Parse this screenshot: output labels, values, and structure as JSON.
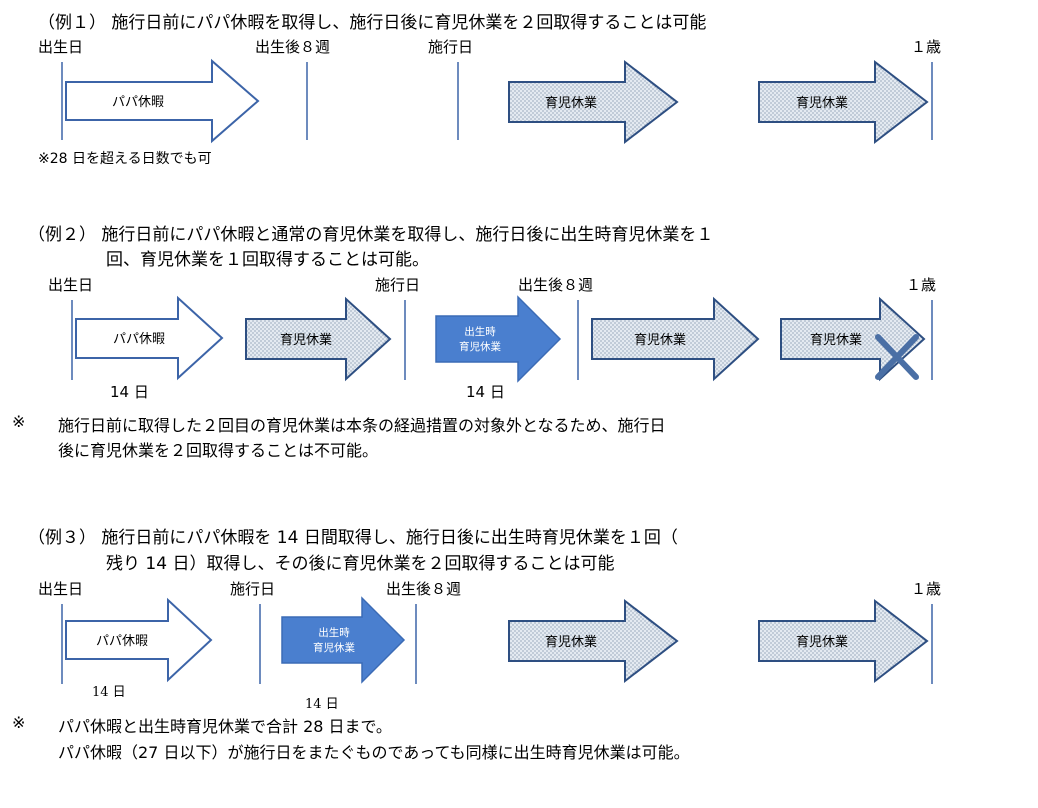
{
  "example1": {
    "heading": "（例１） 施行日前にパパ休暇を取得し、施行日後に育児休業を２回取得することは可能",
    "labels": {
      "birth": "出生日",
      "after8": "出生後８週",
      "effective": "施行日",
      "age1": "１歳"
    },
    "arrows": [
      "パパ休暇",
      "育児休業",
      "育児休業"
    ],
    "note": "※28 日を超える日数でも可"
  },
  "example2": {
    "heading_line1": "（例２） 施行日前にパパ休暇と通常の育児休業を取得し、施行日後に出生時育児休業を１",
    "heading_line2": "回、育児休業を１回取得することは可能。",
    "labels": {
      "birth": "出生日",
      "effective": "施行日",
      "after8": "出生後８週",
      "age1": "１歳"
    },
    "arrows": [
      "パパ休暇",
      "育児休業",
      "出生時",
      "育児休業",
      "育児休業",
      "育児休業"
    ],
    "days1": "14 日",
    "days2": "14 日",
    "note_mark": "※",
    "note_line1": "施行日前に取得した２回目の育児休業は本条の経過措置の対象外となるため、施行日",
    "note_line2": "後に育児休業を２回取得することは不可能。"
  },
  "example3": {
    "heading_line1": "（例３） 施行日前にパパ休暇を 14 日間取得し、施行日後に出生時育児休業を１回（",
    "heading_line2": "残り 14 日）取得し、その後に育児休業を２回取得することは可能",
    "labels": {
      "birth": "出生日",
      "effective": "施行日",
      "after8": "出生後８週",
      "age1": "１歳"
    },
    "arrows": [
      "パパ休暇",
      "出生時",
      "育児休業",
      "育児休業",
      "育児休業"
    ],
    "days1": "14 日",
    "days2": "14 日",
    "note_mark": "※",
    "note_line1": "パパ休暇と出生時育児休業で合計 28 日まで。",
    "note_line2": "パパ休暇（27 日以下）が施行日をまたぐものであっても同様に出生時育児休業は可能。"
  },
  "colors": {
    "blue_arrow": "#4a7fcf",
    "cross": "#4a6fa5",
    "hatch_bg": "#dfe6ee",
    "line": "#3c64a8"
  }
}
